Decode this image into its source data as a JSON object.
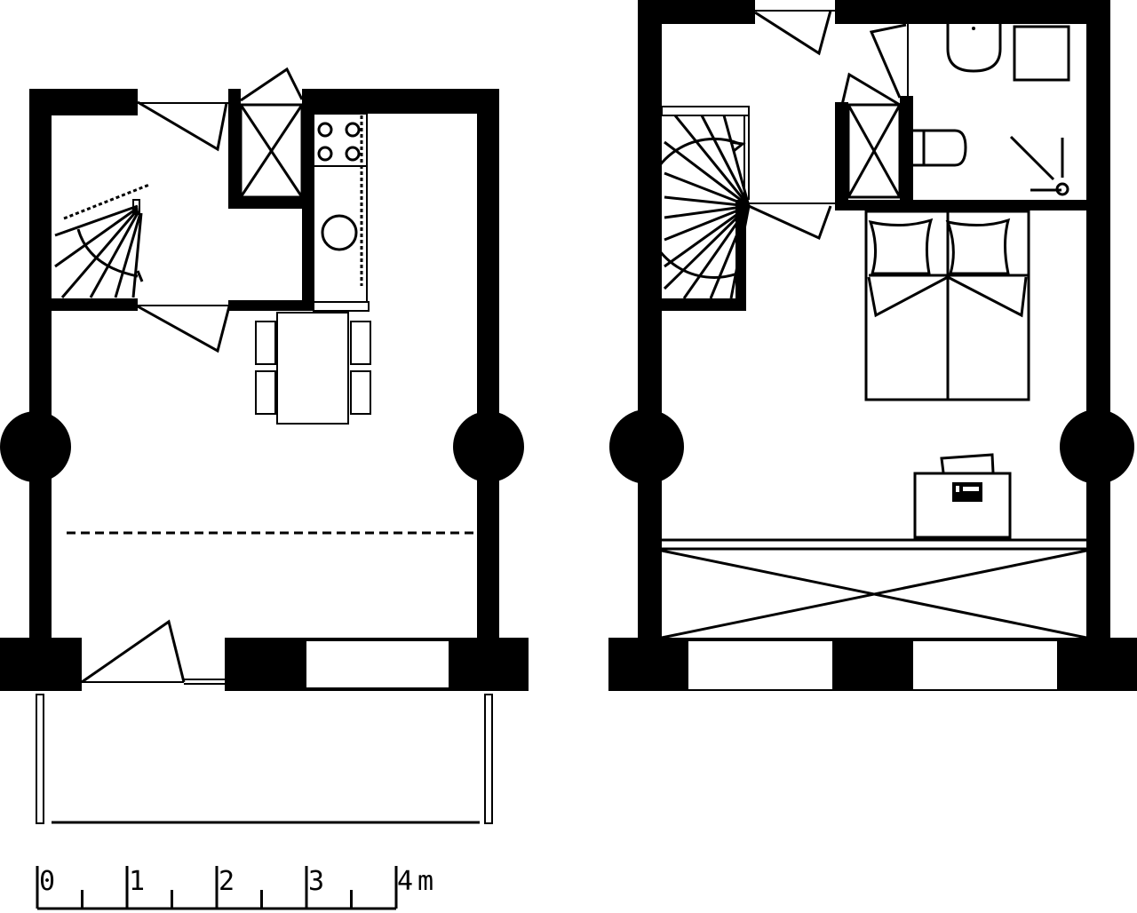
{
  "colors": {
    "ink": "#000000",
    "paper": "#ffffff"
  },
  "scale_bar": {
    "labels": [
      "0",
      "1",
      "2",
      "3",
      "4"
    ],
    "unit": "m",
    "max_meters": 4
  }
}
